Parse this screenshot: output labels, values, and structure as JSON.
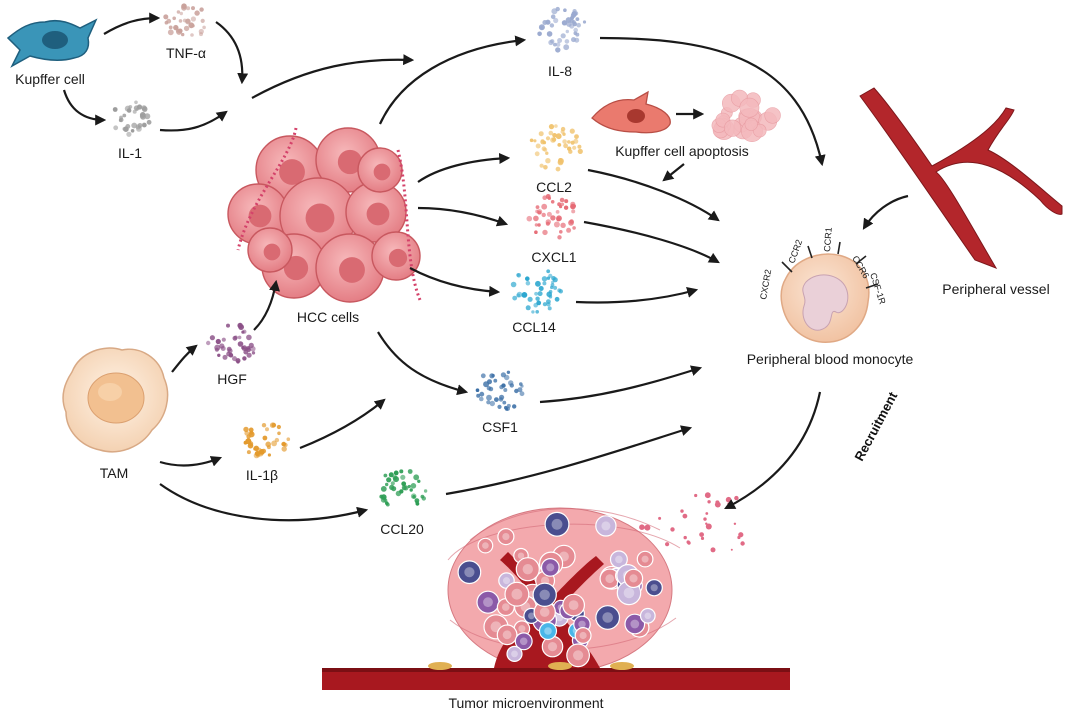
{
  "labels": {
    "kupffer_cell": "Kupffer cell",
    "tnf_alpha": "TNF-α",
    "il1": "IL-1",
    "il8": "IL-8",
    "kupffer_apoptosis": "Kupffer cell apoptosis",
    "ccl2": "CCL2",
    "cxcl1": "CXCL1",
    "ccl14": "CCL14",
    "hcc_cells": "HCC cells",
    "hgf": "HGF",
    "tam": "TAM",
    "csf1": "CSF1",
    "il1beta": "IL-1β",
    "ccl20": "CCL20",
    "peripheral_vessel": "Peripheral vessel",
    "peripheral_blood_monocyte": "Peripheral blood monocyte",
    "recruitment": "Recruitment",
    "tumor_microenvironment": "Tumor microenvironment"
  },
  "receptors": [
    "CXCR2",
    "CCR2",
    "CCR1",
    "CCR6",
    "CSF-1R"
  ],
  "colors": {
    "kupffer": "#3a95b8",
    "kupffer_dark": "#1f5f7e",
    "hcc": "#e9858a",
    "hcc_dark": "#c8585f",
    "vessel": "#b3262b",
    "monocyte": "#f6d2b8",
    "monocyte_nucleus": "#ead0d8",
    "tam": "#f7dcc4",
    "tnf": "#c9a19b",
    "il1": "#9d9d9d",
    "il8": "#9aa9cf",
    "ccl2": "#f0c26c",
    "cxcl1": "#e66a75",
    "ccl14": "#2aa6cf",
    "hgf": "#8a4f86",
    "csf1": "#3b6fa6",
    "il1beta": "#e39a2d",
    "ccl20": "#2f9e56",
    "apoptotic": "#f4b9bd"
  },
  "icons": [
    "kupffer-cell-icon",
    "hcc-cluster-icon",
    "tam-cell-icon",
    "monocyte-icon",
    "vessel-icon",
    "tumor-icon",
    "cytokine-dots-icon"
  ]
}
